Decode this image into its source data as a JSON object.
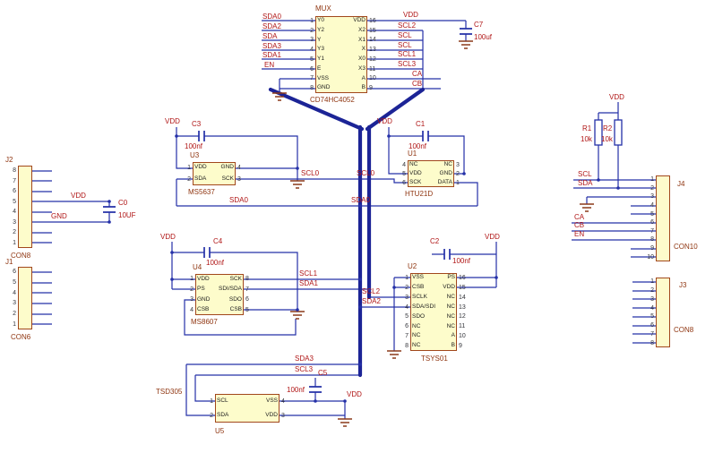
{
  "colors": {
    "wire": "#2430a8",
    "bus": "#1c2496",
    "component_fill": "#fdfccb",
    "component_border": "#a1471c",
    "net_label": "#b01616",
    "designator": "#8f3510",
    "pin_number": "#33343a",
    "pin_name": "#1c1c1c",
    "ground_symbol": "#8b3a1a"
  },
  "chips": {
    "mux": {
      "designator": "MUX",
      "part": "CD74HC4052",
      "left_nums": [
        "1",
        "2",
        "3",
        "4",
        "5",
        "6",
        "7",
        "8"
      ],
      "left_names": [
        "Y0",
        "Y2",
        "Y",
        "Y3",
        "Y1",
        "E",
        "VSS",
        "GND"
      ],
      "right_names": [
        "VDD",
        "X2",
        "X1",
        "X",
        "X0",
        "X3",
        "A",
        "B"
      ],
      "right_nums": [
        "16",
        "15",
        "14",
        "13",
        "12",
        "11",
        "10",
        "9"
      ]
    },
    "u3": {
      "designator": "U3",
      "part": "MS5637",
      "left_nums": [
        "1",
        "2"
      ],
      "left_names": [
        "VDD",
        "SDA"
      ],
      "right_names": [
        "GND",
        "SCK"
      ],
      "right_nums": [
        "4",
        "3"
      ]
    },
    "u1": {
      "designator": "U1",
      "part": "HTU21D",
      "left_nums": [
        "4",
        "5",
        "6"
      ],
      "left_names": [
        "NC",
        "VDD",
        "SCK"
      ],
      "right_names": [
        "NC",
        "GND",
        "DATA"
      ],
      "right_nums": [
        "3",
        "2",
        "1"
      ]
    },
    "u4": {
      "designator": "U4",
      "part": "MS8607",
      "left_nums": [
        "1",
        "2",
        "3",
        "4"
      ],
      "left_names": [
        "VDD",
        "PS",
        "GND",
        "CSB"
      ],
      "right_names": [
        "SCK",
        "SDI/SDA",
        "SDO",
        "CSB"
      ],
      "right_nums": [
        "8",
        "7",
        "6",
        "5"
      ]
    },
    "u2": {
      "designator": "U2",
      "part": "TSYS01",
      "left_nums": [
        "1",
        "2",
        "3",
        "4",
        "5",
        "6",
        "7",
        "8"
      ],
      "left_names": [
        "VSS",
        "CSB",
        "SCLK",
        "SDA/SDI",
        "SDO",
        "NC",
        "NC",
        "NC"
      ],
      "right_names": [
        "PS",
        "VDD",
        "NC",
        "NC",
        "NC",
        "NC",
        "A",
        "B"
      ],
      "right_nums": [
        "16",
        "15",
        "14",
        "13",
        "12",
        "11",
        "10",
        "9"
      ]
    },
    "u5": {
      "designator": "U5",
      "part": "TSD305",
      "left_nums": [
        "1",
        "2"
      ],
      "left_names": [
        "SCL",
        "SDA"
      ],
      "right_names": [
        "VSS",
        "VDD"
      ],
      "right_nums": [
        "4",
        "3"
      ]
    }
  },
  "connectors": {
    "j2": {
      "designator": "J2",
      "part": "CON8",
      "pins": [
        "8",
        "7",
        "6",
        "5",
        "4",
        "3",
        "2",
        "1"
      ]
    },
    "j1": {
      "designator": "J1",
      "part": "CON6",
      "pins": [
        "6",
        "5",
        "4",
        "3",
        "2",
        "1"
      ]
    },
    "j4": {
      "designator": "J4",
      "part": "CON10",
      "pins": [
        "1",
        "2",
        "3",
        "4",
        "5",
        "6",
        "7",
        "8",
        "9",
        "10"
      ]
    },
    "j3": {
      "designator": "J3",
      "part": "CON8",
      "pins": [
        "1",
        "2",
        "3",
        "4",
        "5",
        "6",
        "7",
        "8"
      ]
    }
  },
  "labels": {
    "mux_sda0": "SDA0",
    "mux_sda2": "SDA2",
    "mux_sda": "SDA",
    "mux_sda3": "SDA3",
    "mux_sda1": "SDA1",
    "mux_en": "EN",
    "mux_vdd": "VDD",
    "mux_scl2": "SCL2",
    "mux_scl_a": "SCL",
    "mux_scl_b": "SCL",
    "mux_scl1": "SCL1",
    "mux_scl3": "SCL3",
    "mux_ca": "CA",
    "mux_cb": "CB",
    "c7_ref": "C7",
    "c7_val": "100uf",
    "u3_vdd": "VDD",
    "c3_ref": "C3",
    "c3_val": "100nf",
    "scl0_a": "SCL0",
    "scl0_b": "SCL0",
    "sda0_a": "SDA0",
    "sda0_b": "SDA0",
    "u1_vdd": "VDD",
    "c1_ref": "C1",
    "c1_val": "100nf",
    "u4_vdd": "VDD",
    "c4_ref": "C4",
    "c4_val": "100nf",
    "scl1": "SCL1",
    "sda1": "SDA1",
    "u2_vdd": "VDD",
    "c2_ref": "C2",
    "c2_val": "100nf",
    "scl2": "SCL2",
    "sda2": "SDA2",
    "sda3": "SDA3",
    "scl3": "SCL3",
    "c5_ref": "C5",
    "c5_val": "100nf",
    "u5_vdd": "VDD",
    "j2_vdd": "VDD",
    "j2_gnd": "GND",
    "c0_ref": "C0",
    "c0_val": "10UF",
    "j4_vdd": "VDD",
    "r1_ref": "R1",
    "r1_val": "10k",
    "r2_ref": "R2",
    "r2_val": "10k",
    "j4_scl": "SCL",
    "j4_sda": "SDA",
    "j4_ca": "CA",
    "j4_cb": "CB",
    "j4_en": "EN"
  }
}
